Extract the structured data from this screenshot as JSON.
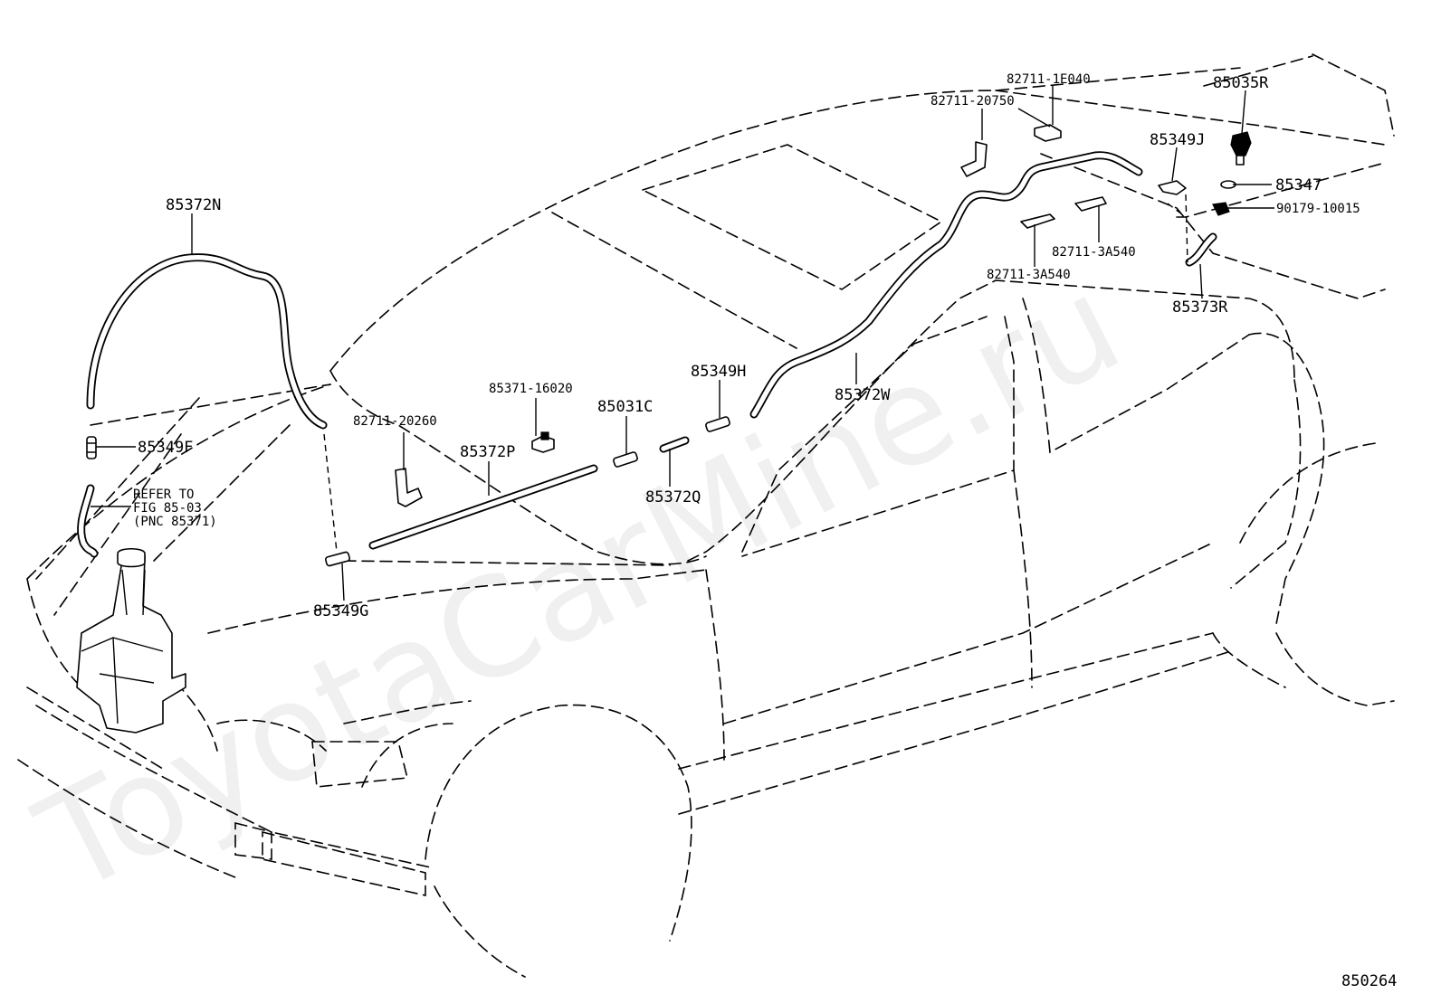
{
  "watermark": "ToyotaCarMine.ru",
  "figure_code": "850264",
  "labels": {
    "p85035R": "85035R",
    "p82711_1E040": "82711-1E040",
    "p82711_20750": "82711-20750",
    "p85349J": "85349J",
    "p85347": "85347",
    "p90179_10015": "90179-10015",
    "p82711_3A540_a": "82711-3A540",
    "p82711_3A540_b": "82711-3A540",
    "p85373R": "85373R",
    "p85372N": "85372N",
    "p85349F": "85349F",
    "refer_line1": "REFER TO",
    "refer_line2": "FIG 85-03",
    "refer_line3": "(PNC 85371)",
    "p85349G": "85349G",
    "p82711_20260": "82711-20260",
    "p85371_16020": "85371-16020",
    "p85372P": "85372P",
    "p85031C": "85031C",
    "p85372Q": "85372Q",
    "p85349H": "85349H",
    "p85372W": "85372W"
  }
}
